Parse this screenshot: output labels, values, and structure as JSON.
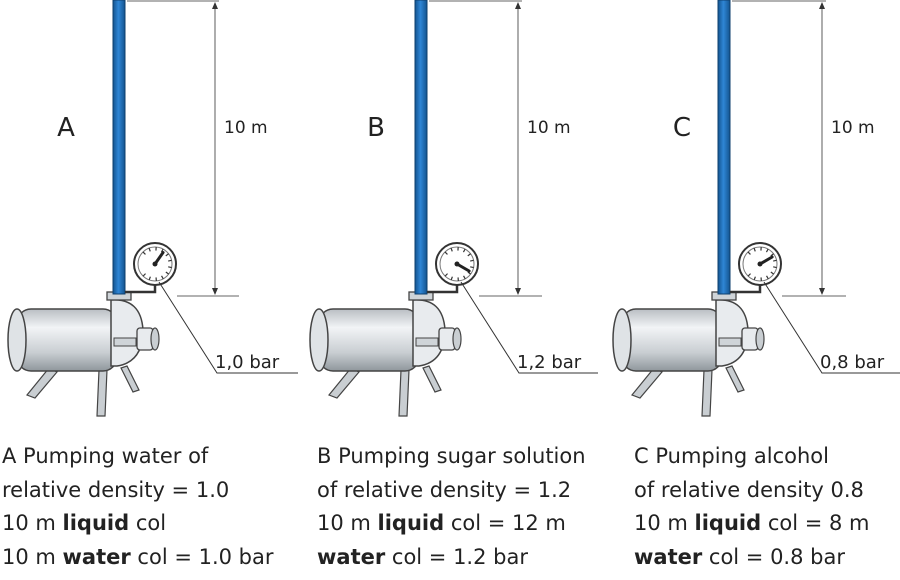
{
  "panels": [
    {
      "letter": "A",
      "height_label": "10 m",
      "pressure_label": "1,0 bar",
      "gauge_needle_angle": 35,
      "caption": {
        "line1": "A Pumping water of",
        "line2": "relative density = 1.0",
        "line3_pre": "10 m ",
        "line3_bold": "liquid",
        "line3_post": " col",
        "line4_pre": "10 m ",
        "line4_bold": "water",
        "line4_post": " col = 1.0 bar"
      }
    },
    {
      "letter": "B",
      "height_label": "10 m",
      "pressure_label": "1,2 bar",
      "gauge_needle_angle": 120,
      "caption": {
        "line1": "B Pumping sugar solution",
        "line2": "of relative density = 1.2",
        "line3_pre": "10 m ",
        "line3_bold": "liquid",
        "line3_post": " col = 12 m",
        "line4_pre": "",
        "line4_bold": "water",
        "line4_post": " col = 1.2 bar"
      }
    },
    {
      "letter": "C",
      "height_label": "10 m",
      "pressure_label": "0,8 bar",
      "gauge_needle_angle": 60,
      "caption": {
        "line1": "C Pumping alcohol",
        "line2": "of relative density 0.8",
        "line3_pre": "10 m ",
        "line3_bold": "liquid",
        "line3_post": " col = 8 m",
        "line4_pre": "",
        "line4_bold": "water",
        "line4_post": " col = 0.8 bar"
      }
    }
  ],
  "colors": {
    "liquid_column": "#1f73c4",
    "pump_body": "#cfd4d8",
    "outline": "#444444"
  }
}
